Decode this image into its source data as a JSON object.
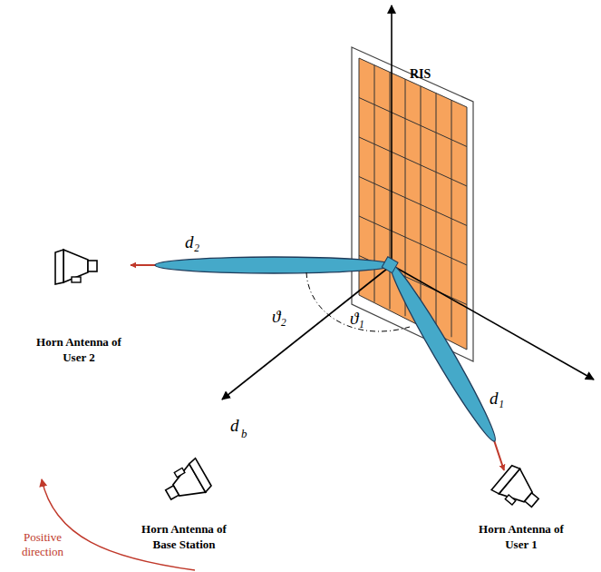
{
  "diagram": {
    "nodes": [
      {
        "text": [
          "RIS"
        ]
      },
      {
        "text": [
          "Horn Antenna of User 2"
        ]
      },
      {
        "text": [
          "Horn Antenna of Base Station"
        ]
      },
      {
        "text": [
          "Horn Antenna of User 1"
        ]
      }
    ],
    "edges": [
      {
        "from": 0,
        "to": 1,
        "arrow": "to",
        "label": "d₂"
      },
      {
        "from": 0,
        "to": 3,
        "arrow": "to",
        "label": "d₁"
      }
    ],
    "labels": [
      "ϑ₂",
      "ϑ₁",
      "d",
      "b",
      "Positive direction"
    ]
  }
}
